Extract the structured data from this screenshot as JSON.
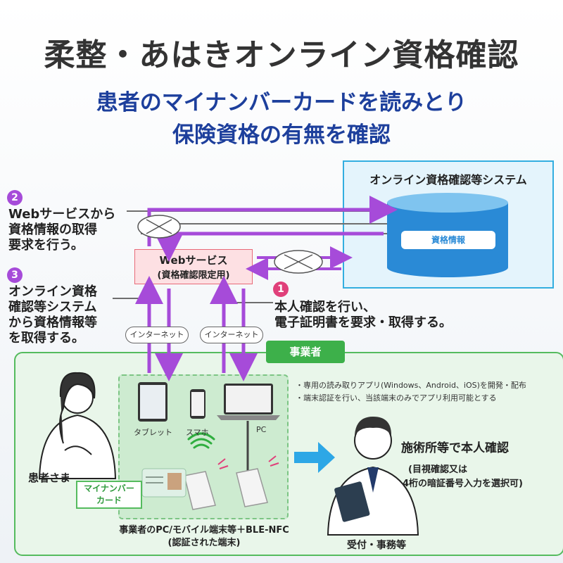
{
  "title": "柔整・あはきオンライン資格確認",
  "subtitle": {
    "line1": "患者のマイナンバーカードを読みとり",
    "line2": "保険資格の有無を確認"
  },
  "system": {
    "title": "オンライン資格確認等システム",
    "db_label": "資格情報"
  },
  "web_service": {
    "line1": "Webサービス",
    "line2": "(資格確認限定用)"
  },
  "steps": [
    {
      "num": "2",
      "lines": [
        "Webサービスから",
        "資格情報の取得",
        "要求を行う。"
      ]
    },
    {
      "num": "3",
      "lines": [
        "オンライン資格",
        "確認等システム",
        "から資格情報等",
        "を取得する。"
      ]
    },
    {
      "num": "1",
      "lines": [
        "本人確認を行い、",
        "電子証明書を要求・取得する。"
      ]
    }
  ],
  "internet_label": "インターネット",
  "provider": {
    "badge": "事業者",
    "notes": [
      "・専用の読み取りアプリ(Windows、Android、iOS)を開発・配布",
      "・端末認証を行い、当該端末のみでアプリ利用可能とする"
    ],
    "devices": {
      "tablet": "タブレット",
      "phone": "スマホ",
      "pc": "PC"
    },
    "my_number_label": [
      "マイナンバー",
      "カード"
    ],
    "patient_label": "患者さま",
    "terminal_caption": [
      "事業者のPC/モバイル端末等＋BLE-NFC",
      "(認証された端末)"
    ],
    "clinic_title": "施術所等で本人確認",
    "clinic_detail": [
      "(目視確認又は",
      "4桁の暗証番号入力を選択可)"
    ],
    "reception_label": "受付・事務等"
  },
  "colors": {
    "purple": "#a64bd9",
    "pink": "#e0407a",
    "blue_title": "#1d3f9c",
    "green": "#3db04a",
    "system_bg": "#e4f4fc"
  }
}
